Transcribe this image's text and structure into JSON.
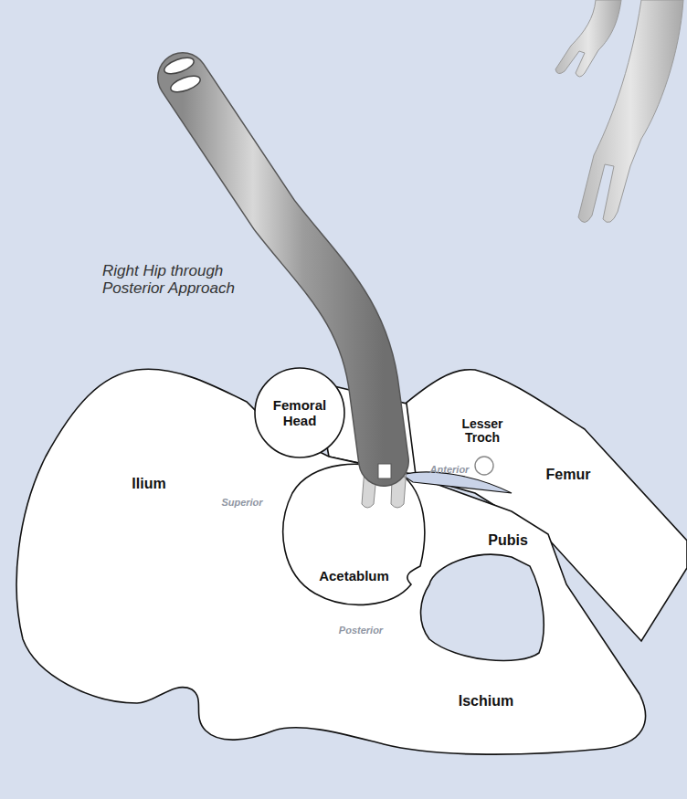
{
  "diagram": {
    "title": "Right Hip through Posterior Approach",
    "nodes": [
      {
        "text": [
          "Femoral Head"
        ]
      },
      {
        "text": [
          "Acetablum"
        ]
      }
    ],
    "labels": [
      "Ilium",
      "Superior",
      "Lesser Troch",
      "Anterior",
      "Femur",
      "Pubis",
      "Posterior",
      "Ischium"
    ]
  }
}
